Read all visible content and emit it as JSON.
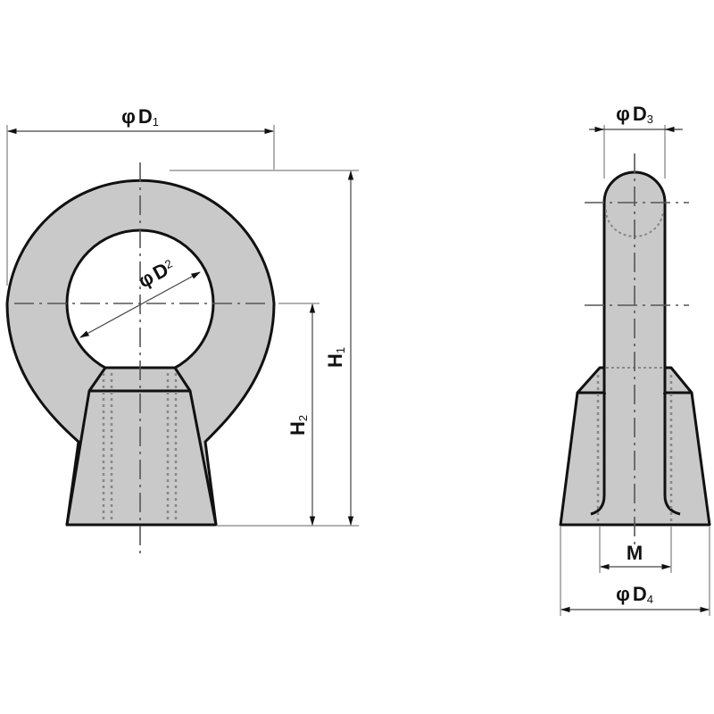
{
  "front_view": {
    "d1_label": {
      "symbol": "φ",
      "main": "D",
      "sub": "1"
    },
    "d2_label": {
      "symbol": "φ",
      "main": "D",
      "sub": "2"
    },
    "h1_label": {
      "main": "H",
      "sub": "1"
    },
    "h2_label": {
      "main": "H",
      "sub": "2"
    }
  },
  "side_view": {
    "d3_label": {
      "symbol": "φ",
      "main": "D",
      "sub": "3"
    },
    "d4_label": {
      "symbol": "φ",
      "main": "D",
      "sub": "4"
    },
    "m_label": {
      "main": "M"
    }
  },
  "colors": {
    "fill": "#c9c9c9",
    "outline": "#111111"
  }
}
